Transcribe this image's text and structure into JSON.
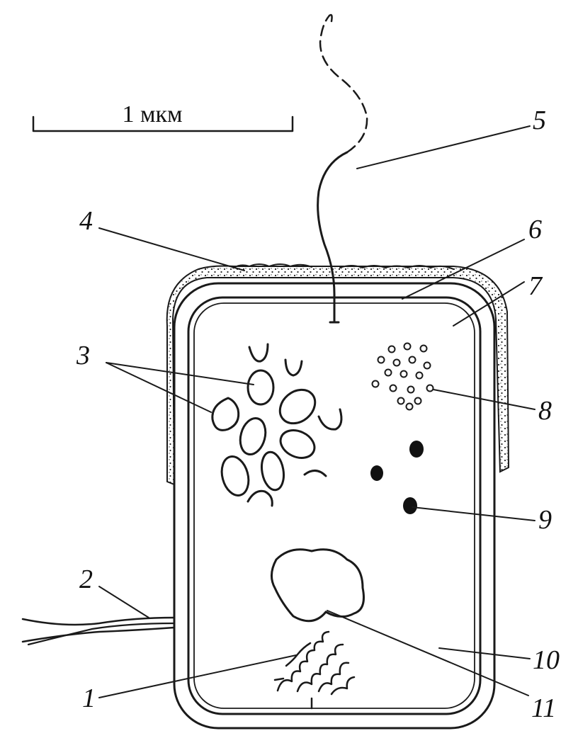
{
  "scale_bar": {
    "text": "1 мкм"
  },
  "labels": [
    {
      "id": "1",
      "text": "1"
    },
    {
      "id": "2",
      "text": "2"
    },
    {
      "id": "3",
      "text": "3"
    },
    {
      "id": "4",
      "text": "4"
    },
    {
      "id": "5",
      "text": "5"
    },
    {
      "id": "6",
      "text": "6"
    },
    {
      "id": "7",
      "text": "7"
    },
    {
      "id": "8",
      "text": "8"
    },
    {
      "id": "9",
      "text": "9"
    },
    {
      "id": "10",
      "text": "10"
    },
    {
      "id": "11",
      "text": "11"
    }
  ]
}
